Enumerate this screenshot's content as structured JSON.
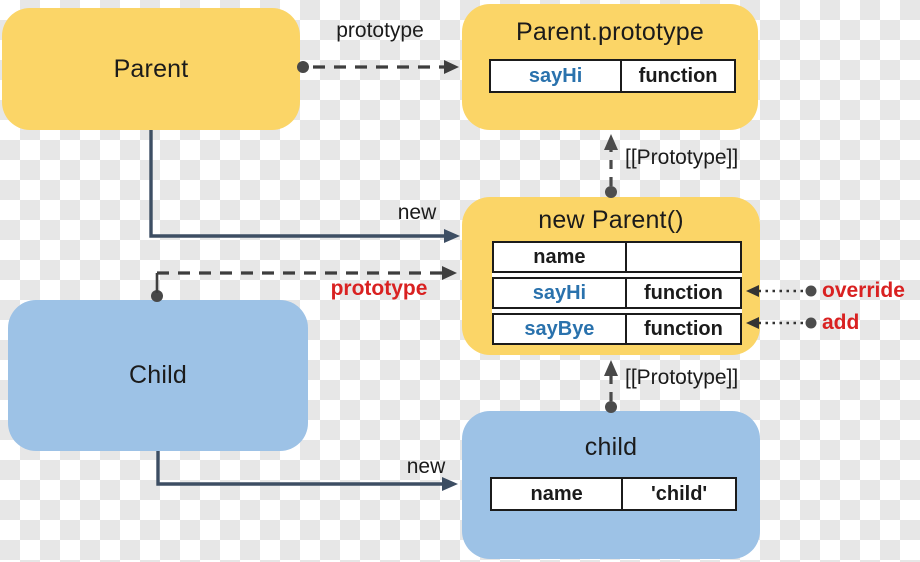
{
  "nodes": {
    "parent": {
      "title": "Parent"
    },
    "parent_prototype": {
      "title": "Parent.prototype",
      "rows": [
        {
          "key": "sayHi",
          "value": "function"
        }
      ]
    },
    "new_parent": {
      "title": "new Parent()",
      "rows": [
        {
          "key": "name",
          "value": ""
        },
        {
          "key": "sayHi",
          "value": "function"
        },
        {
          "key": "sayBye",
          "value": "function"
        }
      ]
    },
    "child_constructor": {
      "title": "Child"
    },
    "child_instance": {
      "title": "child",
      "rows": [
        {
          "key": "name",
          "value": "'child'"
        }
      ]
    }
  },
  "labels": {
    "parent_prototype_edge": "prototype",
    "parent_new_edge": "new",
    "child_prototype_edge": "prototype",
    "proto_link_top": "[[Prototype]]",
    "proto_link_bottom": "[[Prototype]]",
    "child_new_edge": "new",
    "override": "override",
    "add": "add"
  },
  "colors": {
    "constructor_fill": "#fbd567",
    "instance_fill": "#9dc2e6",
    "function_key_text": "#2a72ad",
    "accent_red": "#d92121",
    "solid_arrow": "#3d4e63",
    "dashed_arrow": "#3e3e3e",
    "table_border": "#1b1b1b",
    "checker_gray": "#e7e7e7"
  }
}
